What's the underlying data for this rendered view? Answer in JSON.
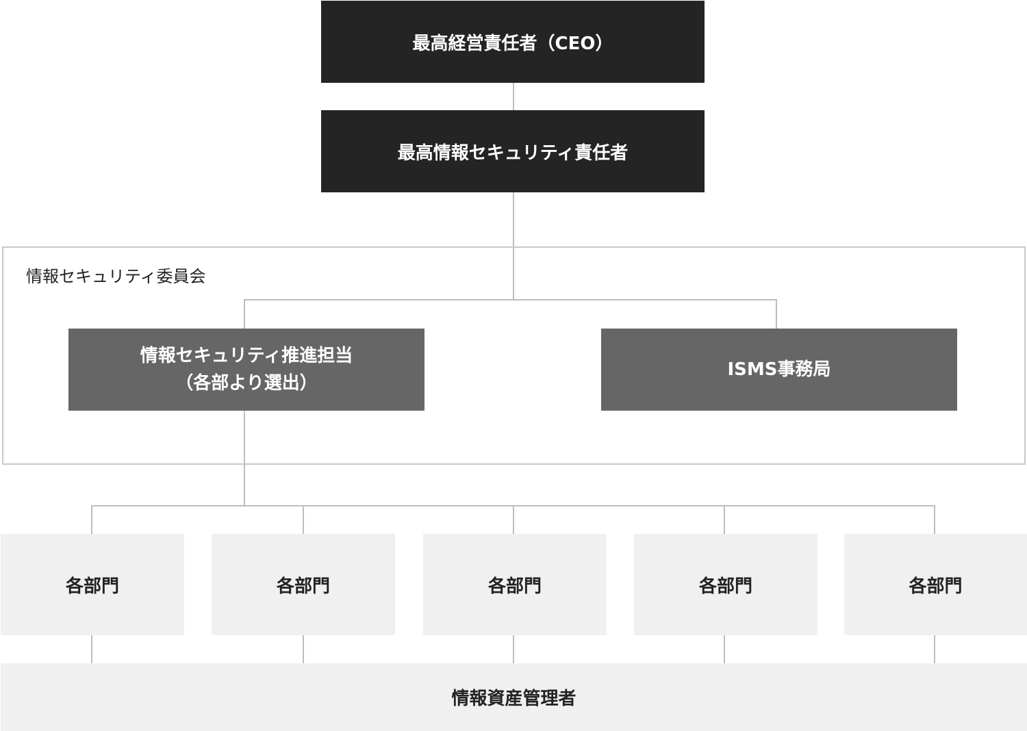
{
  "ceo": "最高経営責任者（CEO）",
  "ciso": "最高情報セキュリティ責任者",
  "committee": {
    "label": "情報セキュリティ委員会",
    "promoter_line1": "情報セキュリティ推進担当",
    "promoter_line2": "（各部より選出）",
    "isms_office": "ISMS事務局"
  },
  "departments": [
    "各部門",
    "各部門",
    "各部門",
    "各部門",
    "各部門"
  ],
  "asset_manager": "情報資産管理者"
}
